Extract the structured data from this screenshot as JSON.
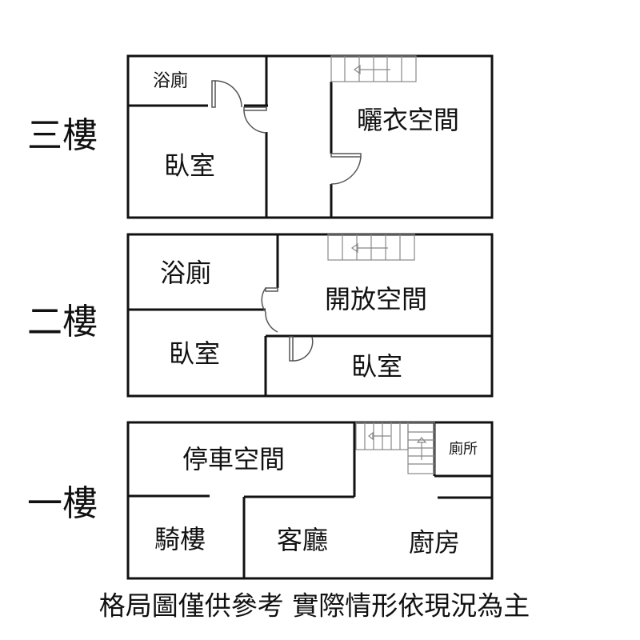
{
  "floors": [
    {
      "label": "三樓",
      "rooms": [
        "浴廁",
        "臥室",
        "曬衣空間"
      ]
    },
    {
      "label": "二樓",
      "rooms": [
        "浴廁",
        "臥室",
        "開放空間",
        "臥室"
      ]
    },
    {
      "label": "一樓",
      "rooms": [
        "停車空間",
        "騎樓",
        "客廳",
        "廚房",
        "廁所"
      ]
    }
  ],
  "caption": "格局圖僅供參考 實際情形依現況為主"
}
